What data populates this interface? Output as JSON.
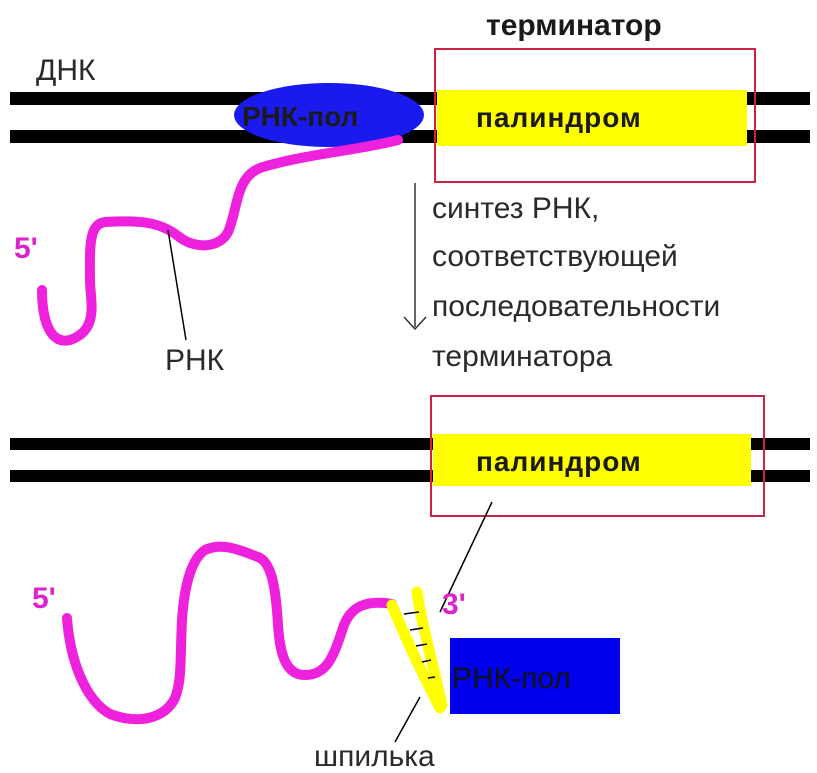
{
  "labels": {
    "terminator": "терминатор",
    "dna": "ДНК",
    "rna": "РНК",
    "five_prime": "5'",
    "three_prime": "3'",
    "palindrome": "палиндром",
    "rna_pol": "РНК-пол",
    "hairpin": "шпилька",
    "caption": [
      "синтез РНК,",
      "соответствующей",
      "последовательности",
      "терминатора"
    ]
  },
  "colors": {
    "dna": "#000000",
    "rna": "#ee22dd",
    "palindrome_fill": "#ffff00",
    "terminator_box": "#cc2244",
    "rna_pol": "#0000ee",
    "prime_label": "#dd22cc",
    "arrow": "#333333"
  }
}
